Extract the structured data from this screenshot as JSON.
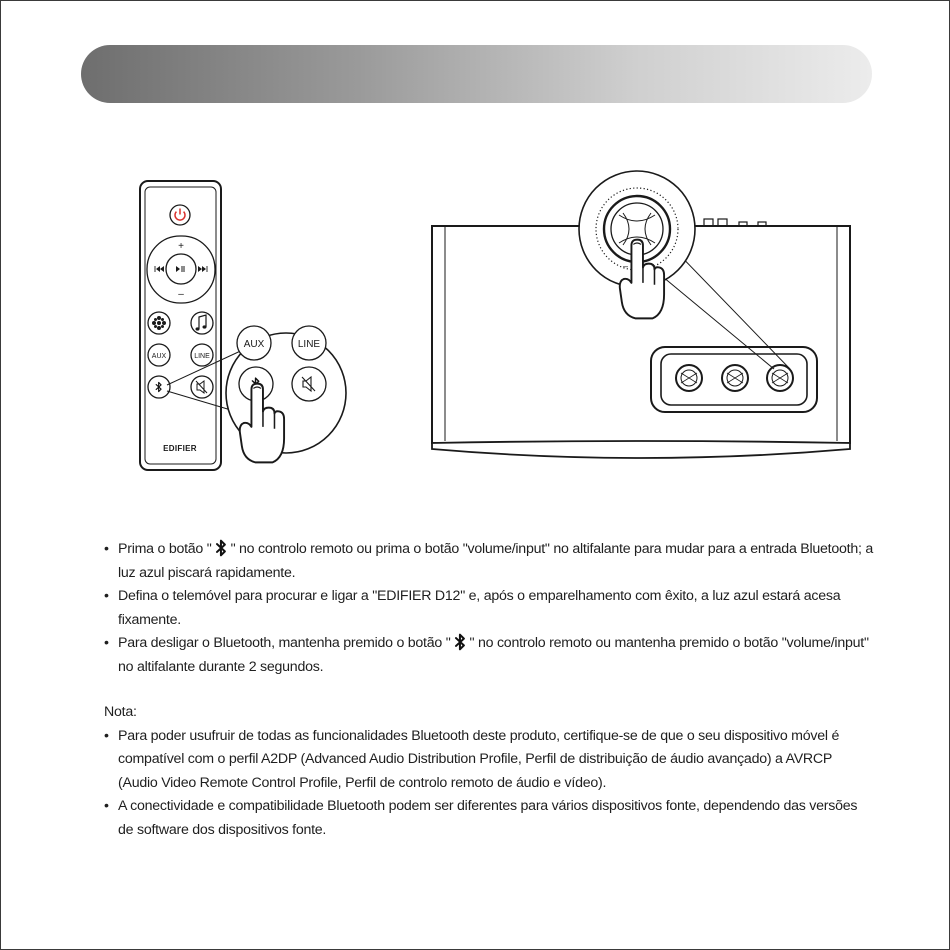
{
  "remote": {
    "brand": "EDIFIER",
    "keys": {
      "plus": "+",
      "minus": "–",
      "aux": "AUX",
      "line": "LINE"
    }
  },
  "zoom": {
    "aux": "AUX",
    "line": "LINE"
  },
  "knob": {
    "minus": "–",
    "plus": "+"
  },
  "instructions": [
    {
      "before": "Prima o botão \"",
      "after": "\" no controlo remoto ou prima o botão \"volume/input\" no altifalante para mudar para a entrada Bluetooth; a luz azul piscará rapidamente.",
      "icon": "bluetooth-icon"
    },
    {
      "text": "Defina o telemóvel para procurar e ligar a \"EDIFIER D12\" e, após o emparelhamento com êxito, a luz azul estará acesa fixamente."
    },
    {
      "before": "Para desligar o Bluetooth, mantenha premido o botão \"",
      "after": "\" no controlo remoto ou mantenha premido o botão \"volume/input\" no altifalante durante 2 segundos.",
      "icon": "bluetooth-icon"
    }
  ],
  "note": {
    "title": "Nota:",
    "items": [
      "Para poder usufruir de todas as funcionalidades Bluetooth deste produto, certifique-se de que o seu dispositivo móvel é compatível com o perfil A2DP (Advanced Audio Distribution Profile, Perfil de distribuição de áudio avançado) a AVRCP (Audio Video Remote Control Profile, Perfil de controlo remoto de áudio e vídeo).",
      "A conectividade e compatibilidade Bluetooth podem ser diferentes para vários dispositivos fonte, dependendo das versões de software dos dispositivos fonte."
    ]
  },
  "colors": {
    "power_red": "#d9322e",
    "line": "#1a1a1a"
  }
}
